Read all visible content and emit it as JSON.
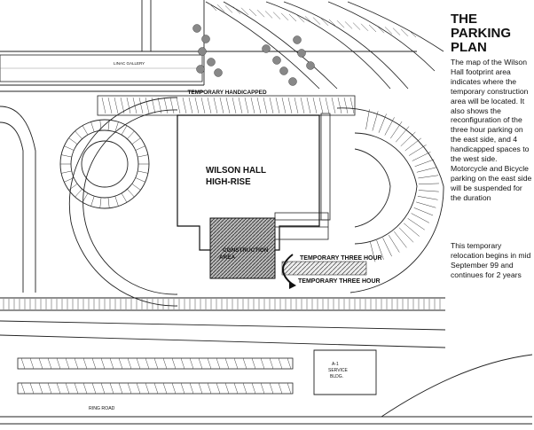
{
  "sidebar": {
    "title_line1": "THE",
    "title_line2": "PARKING",
    "title_line3": "PLAN",
    "paragraph1": "The map of the Wilson Hall footprint area indicates where the temporary construction area will be located. It also shows the reconfiguration of the three hour parking on the east side, and 4 handicapped spaces to the west side. Motorcycle and Bicycle parking on the east side will be suspended for the duration",
    "paragraph2": "This temporary relocation begins in mid September 99 and continues for 2 years"
  },
  "labels": {
    "linac_gallery": "LINAC GALLERY",
    "temporary_handicapped": "TEMPORARY HANDICAPPED",
    "wilson_hall_line1": "WILSON HALL",
    "wilson_hall_line2": "HIGH-RISE",
    "construction_line1": "CONSTRUCTION",
    "construction_line2": "AREA",
    "temp_three_hour_top": "TEMPORARY THREE HOUR",
    "temp_three_hour_bottom": "TEMPORARY THREE HOUR",
    "service_line1": "A-1",
    "service_line2": "SERVICE",
    "service_line3": "BLDG.",
    "ring_road": "RING ROAD"
  },
  "icons": {
    "trees": "tree-icon",
    "arrow": "curved-arrow-icon"
  },
  "colors": {
    "ink": "#111111",
    "background": "#ffffff",
    "construction_hatch": "#555555"
  }
}
